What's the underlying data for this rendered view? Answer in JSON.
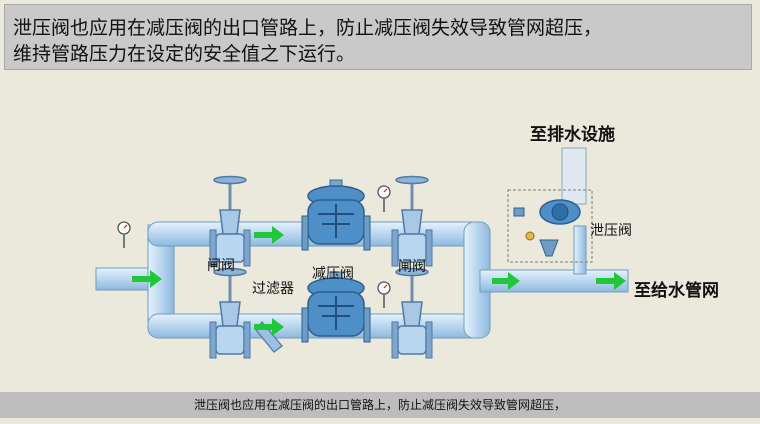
{
  "header": {
    "line1": "泄压阀也应用在减压阀的出口管路上，防止减压阀失效导致管网超压，",
    "line2": "维持管路压力在设定的安全值之下运行。"
  },
  "labels": {
    "gate_valve_left": "闸阀",
    "filter": "过滤器",
    "pressure_reducing_valve": "减压阀",
    "gate_valve_right": "闸阀",
    "relief_valve": "泄压阀",
    "to_drainage": "至排水设施",
    "to_supply_network": "至给水管网"
  },
  "subtitle": "泄压阀也应用在减压阀的出口管路上，防止减压阀失效导致管网超压，",
  "colors": {
    "pipe": "#b9d6f0",
    "pipe_edge": "#6f9cc4",
    "arrow": "#22c63a",
    "valve_body": "#4e8fc7",
    "header_bg": "#c9c9c9",
    "page_bg": "#ebe9dc"
  }
}
